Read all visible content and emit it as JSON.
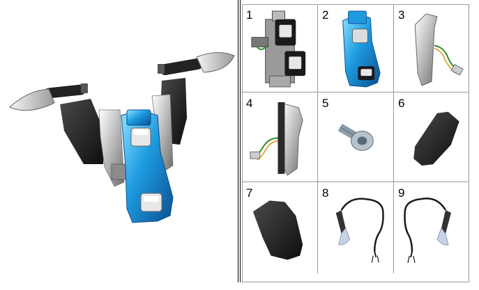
{
  "assembly": {
    "icon": "motorcycle-rear-light-assembly"
  },
  "parts": [
    {
      "number": "1",
      "icon": "metal-bracket-with-lamps"
    },
    {
      "number": "2",
      "icon": "blue-tail-light-housing"
    },
    {
      "number": "3",
      "icon": "chrome-side-cover-with-wires"
    },
    {
      "number": "4",
      "icon": "chrome-side-cover-with-wires-alt"
    },
    {
      "number": "5",
      "icon": "screw-with-washer"
    },
    {
      "number": "6",
      "icon": "black-side-panel"
    },
    {
      "number": "7",
      "icon": "black-side-panel-alt"
    },
    {
      "number": "8",
      "icon": "led-turn-signal-left"
    },
    {
      "number": "9",
      "icon": "led-turn-signal-right"
    }
  ],
  "colors": {
    "blue_housing": "#1e9be0",
    "chrome": "#d8d8d8",
    "black_panel": "#1c1c1c",
    "cell_border": "#999999"
  }
}
